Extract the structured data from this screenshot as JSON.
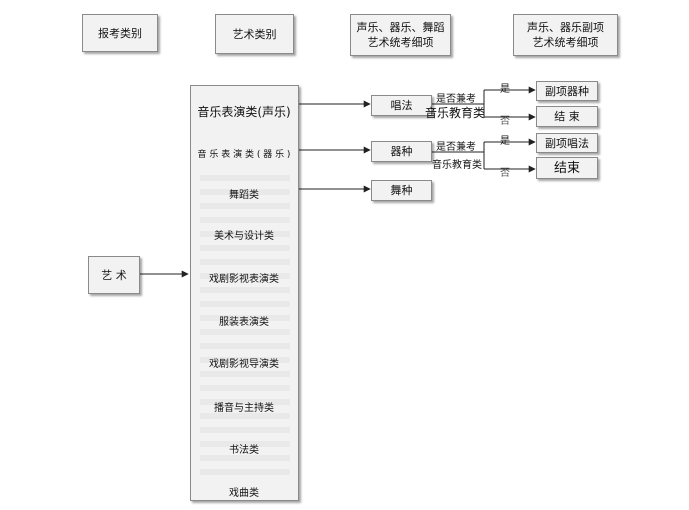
{
  "headers": {
    "col1": "报考类别",
    "col2": "艺术类别",
    "col3_line1": "声乐、器乐、舞蹈",
    "col3_line2": "艺术统考细项",
    "col4_line1": "声乐、器乐副项",
    "col4_line2": "艺术统考细项"
  },
  "root": "艺 术",
  "categories": [
    "音乐表演类(声乐)",
    "音 乐 表 演 类 ( 器 乐 )",
    "舞蹈类",
    "美术与设计类",
    "戏剧影视表演类",
    "服装表演类",
    "戏剧影视导演类",
    "播音与主持类",
    "书法类",
    "戏曲类"
  ],
  "items": {
    "vocal": "唱法",
    "instrument": "器种",
    "dance": "舞种"
  },
  "branch": {
    "question": "是否兼考",
    "music_edu_large": "音乐教育类",
    "music_edu_small": "音乐教育类",
    "yes": "是",
    "no": "否",
    "yes2": "是",
    "no2": "否"
  },
  "results": {
    "minor_instrument": "副项器种",
    "end1": "结 束",
    "minor_vocal": "副项唱法",
    "end2": "结束"
  }
}
